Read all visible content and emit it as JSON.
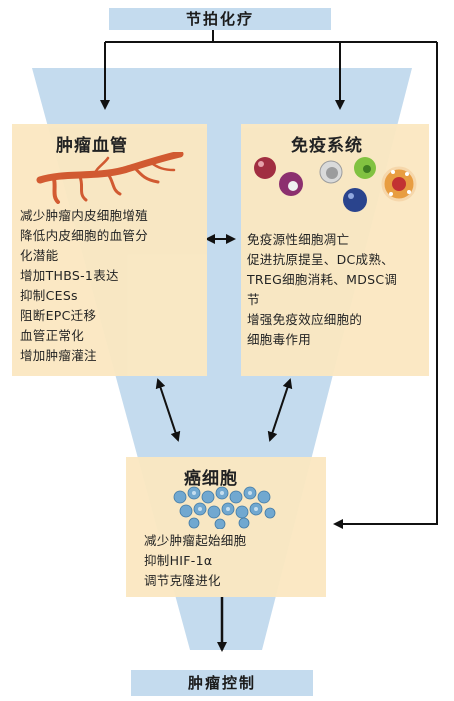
{
  "top_banner": "节拍化疗",
  "bottom_banner": "肿瘤控制",
  "vasculature": {
    "title": "肿瘤血管",
    "lines": [
      "减少肿瘤内皮细胞增殖",
      "降低内皮细胞的血管分",
      "化潜能",
      "增加THBS-1表达",
      "抑制CESs",
      "阻断EPC迁移",
      "血管正常化",
      "增加肿瘤灌注"
    ]
  },
  "immune": {
    "title": "免疫系统",
    "lines": [
      "免疫源性细胞凋亡",
      "促进抗原提呈、DC成熟、",
      "TREG细胞消耗、MDSC调",
      "节",
      "增强免疫效应细胞的",
      "细胞毒作用"
    ]
  },
  "cancer": {
    "title": "癌细胞",
    "lines": [
      "减少肿瘤起始细胞",
      "抑制HIF-1α",
      "调节克隆进化"
    ]
  },
  "colors": {
    "funnel": "#c4dbee",
    "box": "#fbe8c2",
    "vessel": "#d2552a",
    "arrow": "#111111"
  }
}
